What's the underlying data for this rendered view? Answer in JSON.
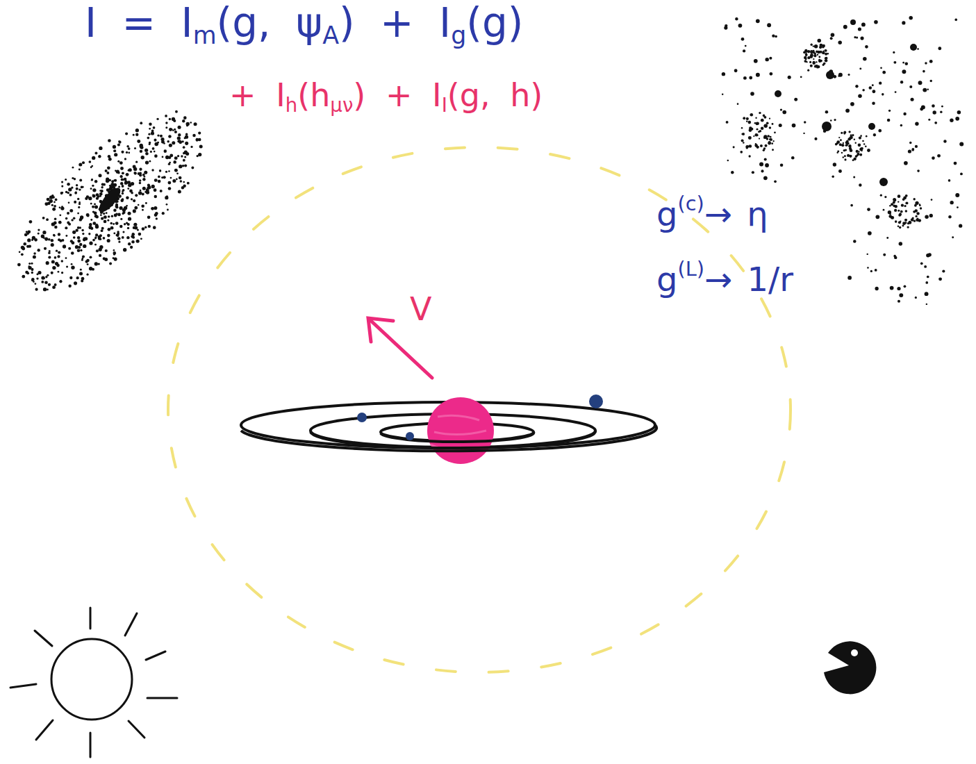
{
  "diagram": {
    "labels": [
      "I = I",
      "m",
      "(g, ψ",
      "A",
      ") + I",
      "g",
      "(g)",
      "+ I",
      "h",
      "(h",
      "μν",
      ") + I",
      "I",
      "(g, h)",
      "g",
      "(c)",
      "→ η",
      "g",
      "(L)",
      "→ 1/r",
      "V"
    ]
  }
}
